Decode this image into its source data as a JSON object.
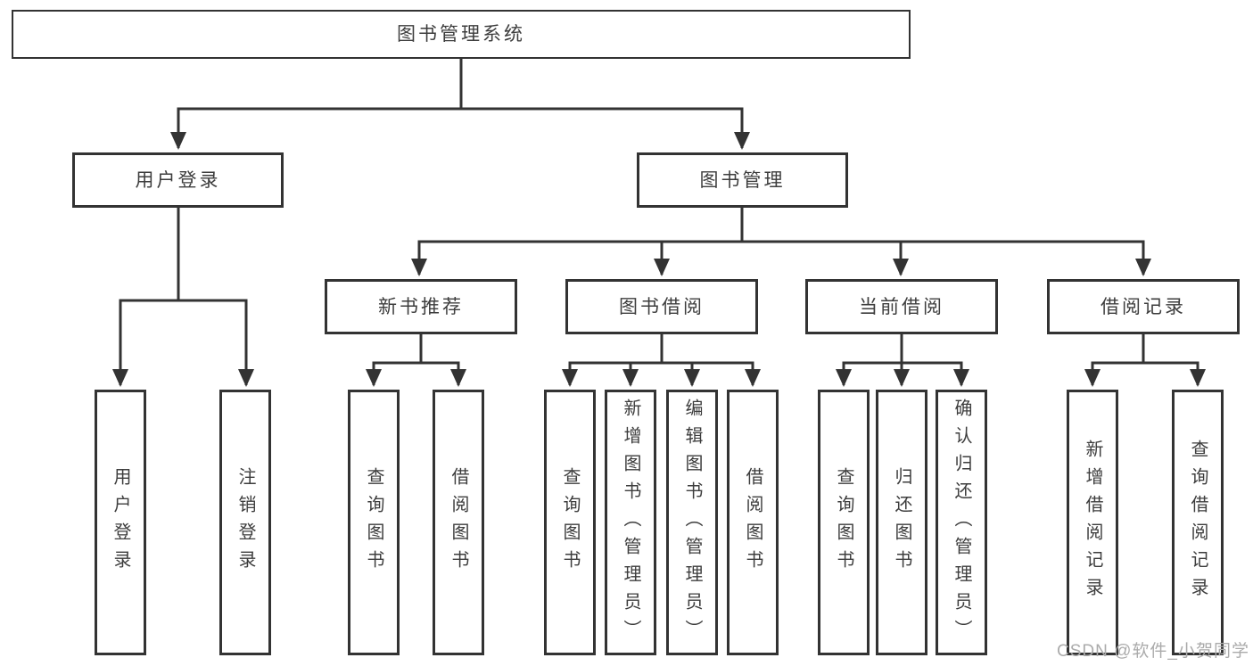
{
  "diagram": {
    "type": "hierarchy-tree",
    "root": {
      "label": "图书管理系统"
    },
    "level2": [
      {
        "id": "user-login",
        "label": "用户登录",
        "parent": "图书管理系统"
      },
      {
        "id": "book-management",
        "label": "图书管理",
        "parent": "图书管理系统"
      }
    ],
    "level3": [
      {
        "id": "new-book-recommend",
        "label": "新书推荐",
        "parent": "图书管理"
      },
      {
        "id": "book-borrow",
        "label": "图书借阅",
        "parent": "图书管理"
      },
      {
        "id": "current-borrow",
        "label": "当前借阅",
        "parent": "图书管理"
      },
      {
        "id": "borrow-records",
        "label": "借阅记录",
        "parent": "图书管理"
      }
    ],
    "leaves": [
      {
        "label": "用户登录",
        "parent": "用户登录"
      },
      {
        "label": "注销登录",
        "parent": "用户登录"
      },
      {
        "label": "查询图书",
        "parent": "新书推荐"
      },
      {
        "label": "借阅图书",
        "parent": "新书推荐"
      },
      {
        "label": "查询图书",
        "parent": "图书借阅"
      },
      {
        "label": "新增图书（管理员）",
        "parent": "图书借阅"
      },
      {
        "label": "编辑图书（管理员）",
        "parent": "图书借阅"
      },
      {
        "label": "借阅图书",
        "parent": "图书借阅"
      },
      {
        "label": "查询图书",
        "parent": "当前借阅"
      },
      {
        "label": "归还图书",
        "parent": "当前借阅"
      },
      {
        "label": "确认归还（管理员）",
        "parent": "当前借阅"
      },
      {
        "label": "新增借阅记录",
        "parent": "借阅记录"
      },
      {
        "label": "查询借阅记录",
        "parent": "借阅记录"
      }
    ],
    "watermark": "CSDN @软件_小贺同学",
    "colors": {
      "line": "#333333",
      "text": "#3d3d3d",
      "node_background": "#ffffff",
      "watermark": "#ababab"
    }
  }
}
